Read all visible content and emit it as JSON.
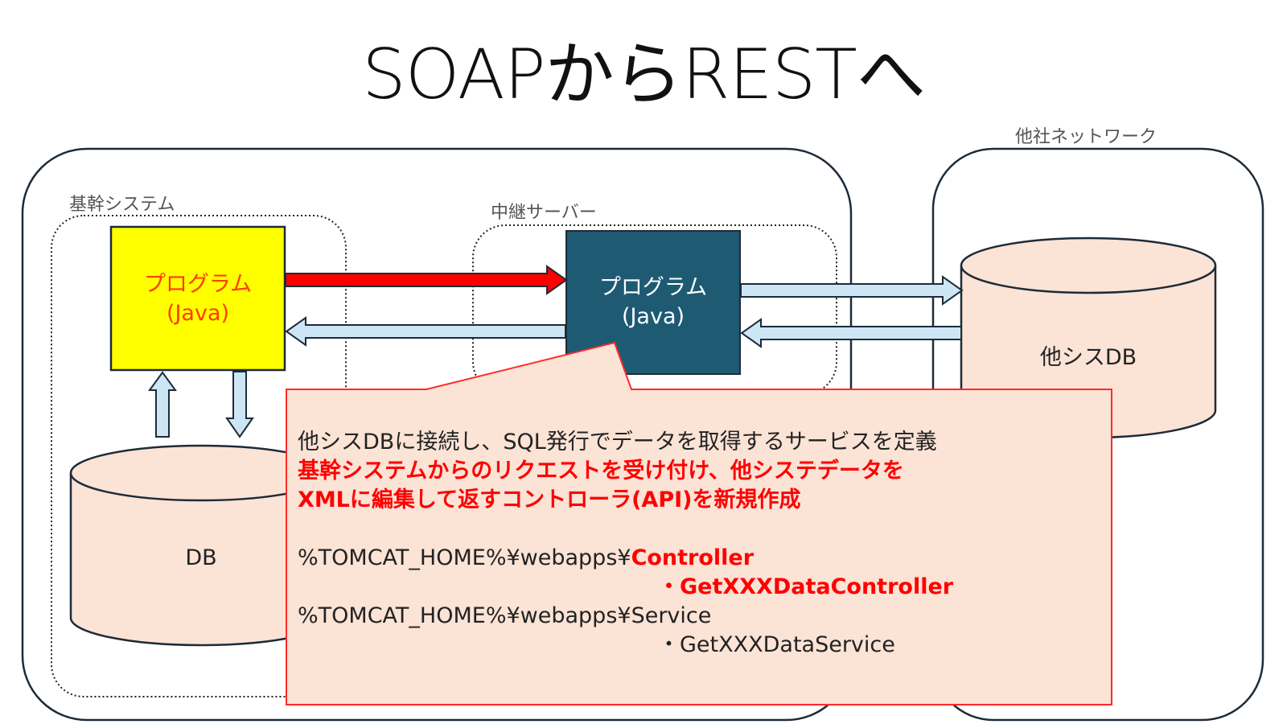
{
  "title": "SOAPからRESTへ",
  "labels": {
    "other_network": "他社ネットワーク",
    "core_system": "基幹システム",
    "relay_server": "中継サーバー"
  },
  "core_program": {
    "line1": "プログラム",
    "line2": "(Java)"
  },
  "relay_program": {
    "line1": "プログラム",
    "line2": "(Java)"
  },
  "db_label": "DB",
  "other_db_label": "他シスDB",
  "callout": {
    "line1": "他シスDBに接続し、SQL発行でデータを取得するサービスを定義",
    "line2": "基幹システムからのリクエストを受け付け、他システデータを",
    "line3": "XMLに編集して返すコントローラ(API)を新規作成",
    "path1_prefix": "%TOMCAT_HOME%¥webapps¥",
    "path1_folder": "Controller",
    "path1_item": "・GetXXXDataController",
    "path2_prefix": "%TOMCAT_HOME%¥webapps¥",
    "path2_folder": "Service",
    "path2_item": "・GetXXXDataService"
  },
  "colors": {
    "core_program_fill": "#ffff00",
    "core_program_text": "#ff3b00",
    "relay_program_fill": "#1f5a73",
    "db_fill": "#fbe3d6",
    "callout_fill": "#fbe3d6",
    "callout_border": "#ff2a2a",
    "request_arrow": "#ff0000",
    "light_arrow": "#cde6f6"
  }
}
